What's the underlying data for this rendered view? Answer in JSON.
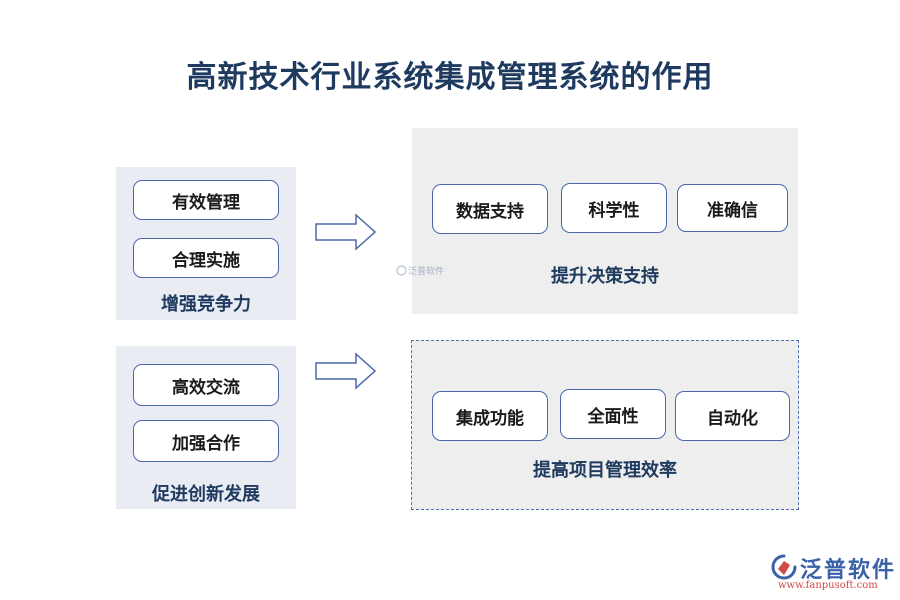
{
  "title": "高新技术行业系统集成管理系统的作用",
  "left_groups": [
    {
      "items": [
        "有效管理",
        "合理实施"
      ],
      "caption": "增强竞争力"
    },
    {
      "items": [
        "高效交流",
        "加强合作"
      ],
      "caption": "促进创新发展"
    }
  ],
  "right_groups": [
    {
      "items": [
        "数据支持",
        "科学性",
        "准确信"
      ],
      "caption": "提升决策支持"
    },
    {
      "items": [
        "集成功能",
        "全面性",
        "自动化"
      ],
      "caption": "提高项目管理效率"
    }
  ],
  "watermark": "泛普软件",
  "brand": {
    "name": "泛普软件",
    "url": "www.fanpusoft.com"
  }
}
